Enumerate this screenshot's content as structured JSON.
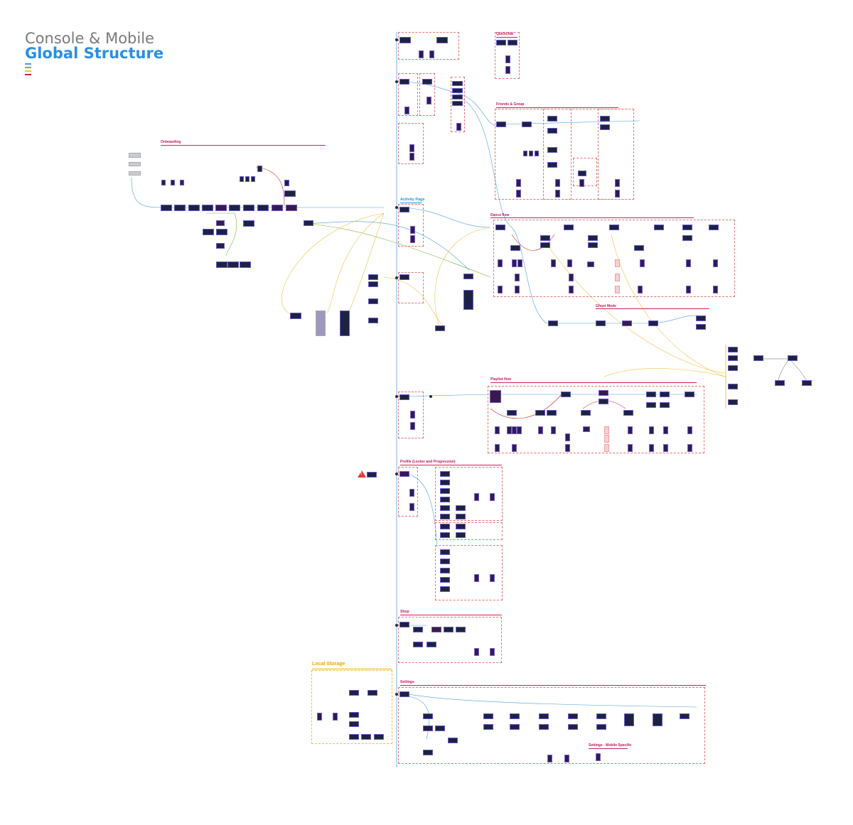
{
  "header": {
    "title_line1": "Console & Mobile",
    "title_line2": "Global Structure"
  },
  "colors": {
    "accent_blue": "#2b8fe0",
    "section_pink": "#d81b60",
    "local_storage_orange": "#f0a500",
    "connector_blue": "#4a9fe0",
    "connector_green": "#7cb342",
    "connector_yellow": "#f0c040",
    "connector_red": "#c62828"
  },
  "sections": {
    "quickchat": "Quickchat",
    "friends_group": "Friends & Group",
    "onboarding": "Onboarding",
    "activity_page": "Activity Page",
    "dance_flow": "Dance flow",
    "ghost_mode": "Ghost Mode",
    "playlist_flow": "Playlist flow",
    "profile": "Profile (Locker and Progression)",
    "shop": "Shop",
    "local_storage": "Local Storage",
    "settings": "Settings",
    "settings_mobile": "Settings - Mobile Specific"
  }
}
